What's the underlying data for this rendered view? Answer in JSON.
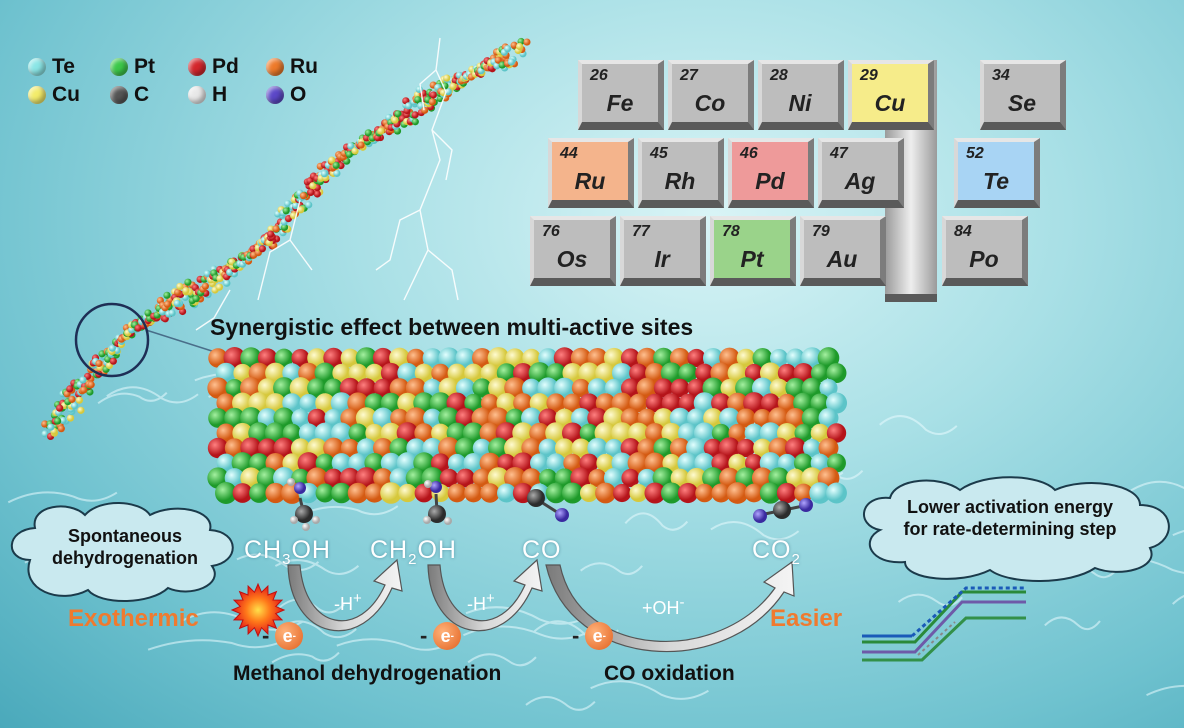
{
  "legend": [
    {
      "symbol": "Te",
      "color": "#8be6e6"
    },
    {
      "symbol": "Pt",
      "color": "#3cc84a"
    },
    {
      "symbol": "Pd",
      "color": "#d4262c"
    },
    {
      "symbol": "Ru",
      "color": "#ee7a2a"
    },
    {
      "symbol": "Cu",
      "color": "#f3ec6a"
    },
    {
      "symbol": "C",
      "color": "#555555"
    },
    {
      "symbol": "H",
      "color": "#e8e8e8"
    },
    {
      "symbol": "O",
      "color": "#5c48c8"
    }
  ],
  "periodic_table": {
    "cells": [
      {
        "num": "26",
        "sym": "Fe",
        "color": "#bdbdbd"
      },
      {
        "num": "27",
        "sym": "Co",
        "color": "#bdbdbd"
      },
      {
        "num": "28",
        "sym": "Ni",
        "color": "#bdbdbd"
      },
      {
        "num": "29",
        "sym": "Cu",
        "color": "#f6ec8a"
      },
      {
        "num": "34",
        "sym": "Se",
        "color": "#bdbdbd"
      },
      {
        "num": "44",
        "sym": "Ru",
        "color": "#f4b48c"
      },
      {
        "num": "45",
        "sym": "Rh",
        "color": "#bdbdbd"
      },
      {
        "num": "46",
        "sym": "Pd",
        "color": "#ee9a9a"
      },
      {
        "num": "47",
        "sym": "Ag",
        "color": "#bdbdbd"
      },
      {
        "num": "52",
        "sym": "Te",
        "color": "#a8d4f4"
      },
      {
        "num": "76",
        "sym": "Os",
        "color": "#bdbdbd"
      },
      {
        "num": "77",
        "sym": "Ir",
        "color": "#bdbdbd"
      },
      {
        "num": "78",
        "sym": "Pt",
        "color": "#9ad38a"
      },
      {
        "num": "79",
        "sym": "Au",
        "color": "#bdbdbd"
      },
      {
        "num": "84",
        "sym": "Po",
        "color": "#bdbdbd"
      }
    ]
  },
  "title": "Synergistic effect between multi-active sites",
  "species": {
    "ch3oh": {
      "a": "CH",
      "sub": "3",
      "b": "OH"
    },
    "ch2oh": {
      "a": "CH",
      "sub": "2",
      "b": "OH"
    },
    "co": "CO",
    "co2": {
      "a": "CO",
      "sub": "2"
    }
  },
  "clouds": {
    "left": [
      "Spontaneous",
      "dehydrogenation"
    ],
    "right": [
      "Lower activation energy",
      "for rate-determining step"
    ]
  },
  "labels": {
    "exothermic": "Exothermic",
    "easier": "Easier",
    "methanol": "Methanol dehydrogenation",
    "co_oxidation": "CO oxidation"
  },
  "steps": {
    "h1": {
      "a": "-H",
      "sup": "+"
    },
    "h2": {
      "a": "-H",
      "sup": "+"
    },
    "oh": {
      "a": "+OH",
      "sup": "-"
    }
  },
  "electron": {
    "sign": "-",
    "sym": "e",
    "sup": "-"
  },
  "colors": {
    "accent": "#ef7a2f",
    "water": "#6fc2cf"
  }
}
